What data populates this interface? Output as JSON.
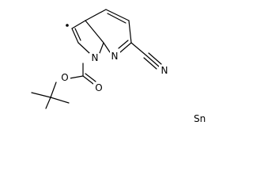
{
  "molecule": {
    "atoms": {
      "pyrrole_n": "N",
      "pyridine_n": "N",
      "nitrile_n": "N",
      "carbonyl_o": "O",
      "ester_o": "O"
    },
    "counterion": "Sn"
  },
  "colors": {
    "bond": "#000000",
    "text": "#000000",
    "background": "#ffffff"
  }
}
